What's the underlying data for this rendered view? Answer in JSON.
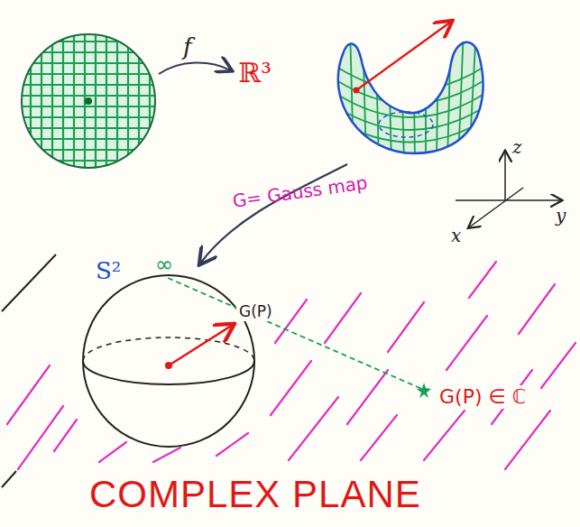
{
  "diagram": {
    "labels": [
      "f",
      "ℝ³",
      "G= Gauss map",
      "S²",
      "∞",
      "G(P)",
      "G(P) ∈ ℂ",
      "z",
      "y",
      "x",
      "COMPLEX PLANE"
    ]
  }
}
